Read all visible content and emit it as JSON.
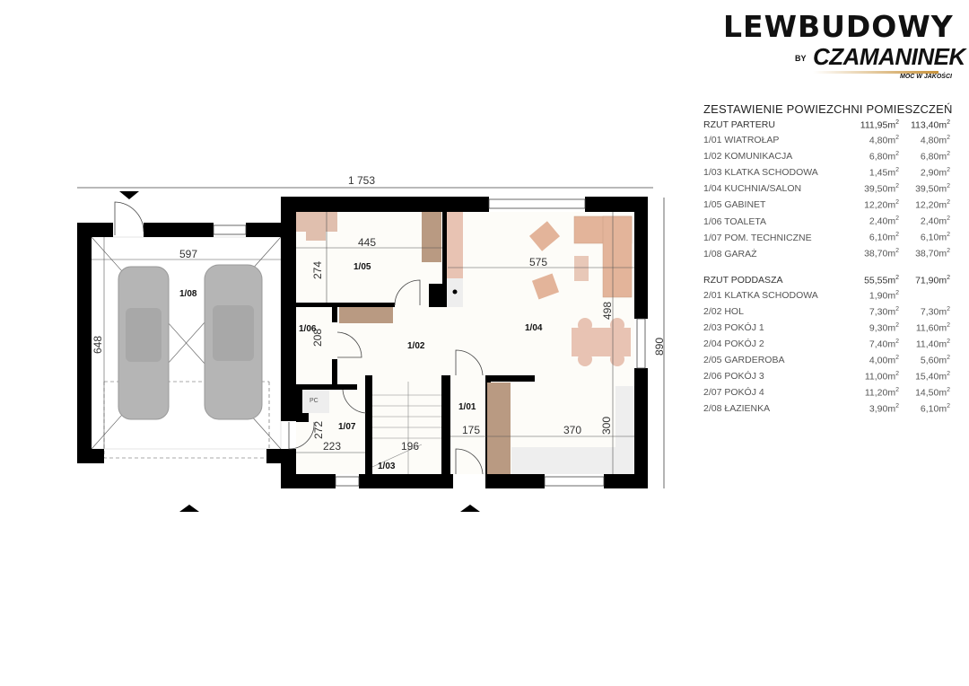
{
  "logo": {
    "main": "LEWBUDOWY",
    "by": "BY",
    "brand": "CZAMANINEK",
    "tagline": "MOC W JAKOŚCI"
  },
  "table": {
    "title": "ZESTAWIENIE POWIEZCHNI POMIESZCZEŃ",
    "unit": "m",
    "sections": [
      {
        "name": "RZUT PARTERU",
        "a": "111,95",
        "b": "113,40",
        "rows": [
          {
            "name": "1/01 WIATROŁAP",
            "a": "4,80",
            "b": "4,80"
          },
          {
            "name": "1/02 KOMUNIKACJA",
            "a": "6,80",
            "b": "6,80"
          },
          {
            "name": "1/03 KLATKA SCHODOWA",
            "a": "1,45",
            "b": "2,90"
          },
          {
            "name": "1/04 KUCHNIA/SALON",
            "a": "39,50",
            "b": "39,50"
          },
          {
            "name": "1/05 GABINET",
            "a": "12,20",
            "b": "12,20"
          },
          {
            "name": "1/06 TOALETA",
            "a": "2,40",
            "b": "2,40"
          },
          {
            "name": "1/07 POM. TECHNICZNE",
            "a": "6,10",
            "b": "6,10"
          },
          {
            "name": "1/08 GARAŻ",
            "a": "38,70",
            "b": "38,70"
          }
        ]
      },
      {
        "name": "RZUT PODDASZA",
        "a": "55,55",
        "b": "71,90",
        "rows": [
          {
            "name": "2/01 KLATKA SCHODOWA",
            "a": "1,90",
            "b": null
          },
          {
            "name": "2/02 HOL",
            "a": "7,30",
            "b": "7,30"
          },
          {
            "name": "2/03 POKÓJ 1",
            "a": "9,30",
            "b": "11,60"
          },
          {
            "name": "2/04 POKÓJ 2",
            "a": "7,40",
            "b": "11,40"
          },
          {
            "name": "2/05 GARDEROBA",
            "a": "4,00",
            "b": "5,60"
          },
          {
            "name": "2/06 POKÓJ 3",
            "a": "11,00",
            "b": "15,40"
          },
          {
            "name": "2/07 POKÓJ 4",
            "a": "11,20",
            "b": "14,50"
          },
          {
            "name": "2/08 ŁAZIENKA",
            "a": "3,90",
            "b": "6,10"
          }
        ]
      }
    ]
  },
  "plan": {
    "rooms": {
      "r101": "1/01",
      "r102": "1/02",
      "r103": "1/03",
      "r104": "1/04",
      "r105": "1/05",
      "r106": "1/06",
      "r107": "1/07",
      "r108": "1/08"
    },
    "dims": {
      "total_width": "1 753",
      "total_depth": "890",
      "garage_w": "597",
      "garage_d": "648",
      "d445": "445",
      "d274": "274",
      "d575": "575",
      "d498": "498",
      "d208": "208",
      "d272": "272",
      "d223": "223",
      "d196": "196",
      "d175": "175",
      "d370": "370",
      "d300": "300"
    },
    "pc_label": "PC",
    "colors": {
      "wall": "#000000",
      "furniture": "#e3b49a",
      "wood": "#b99a82",
      "car": "#b5b5b5"
    }
  }
}
